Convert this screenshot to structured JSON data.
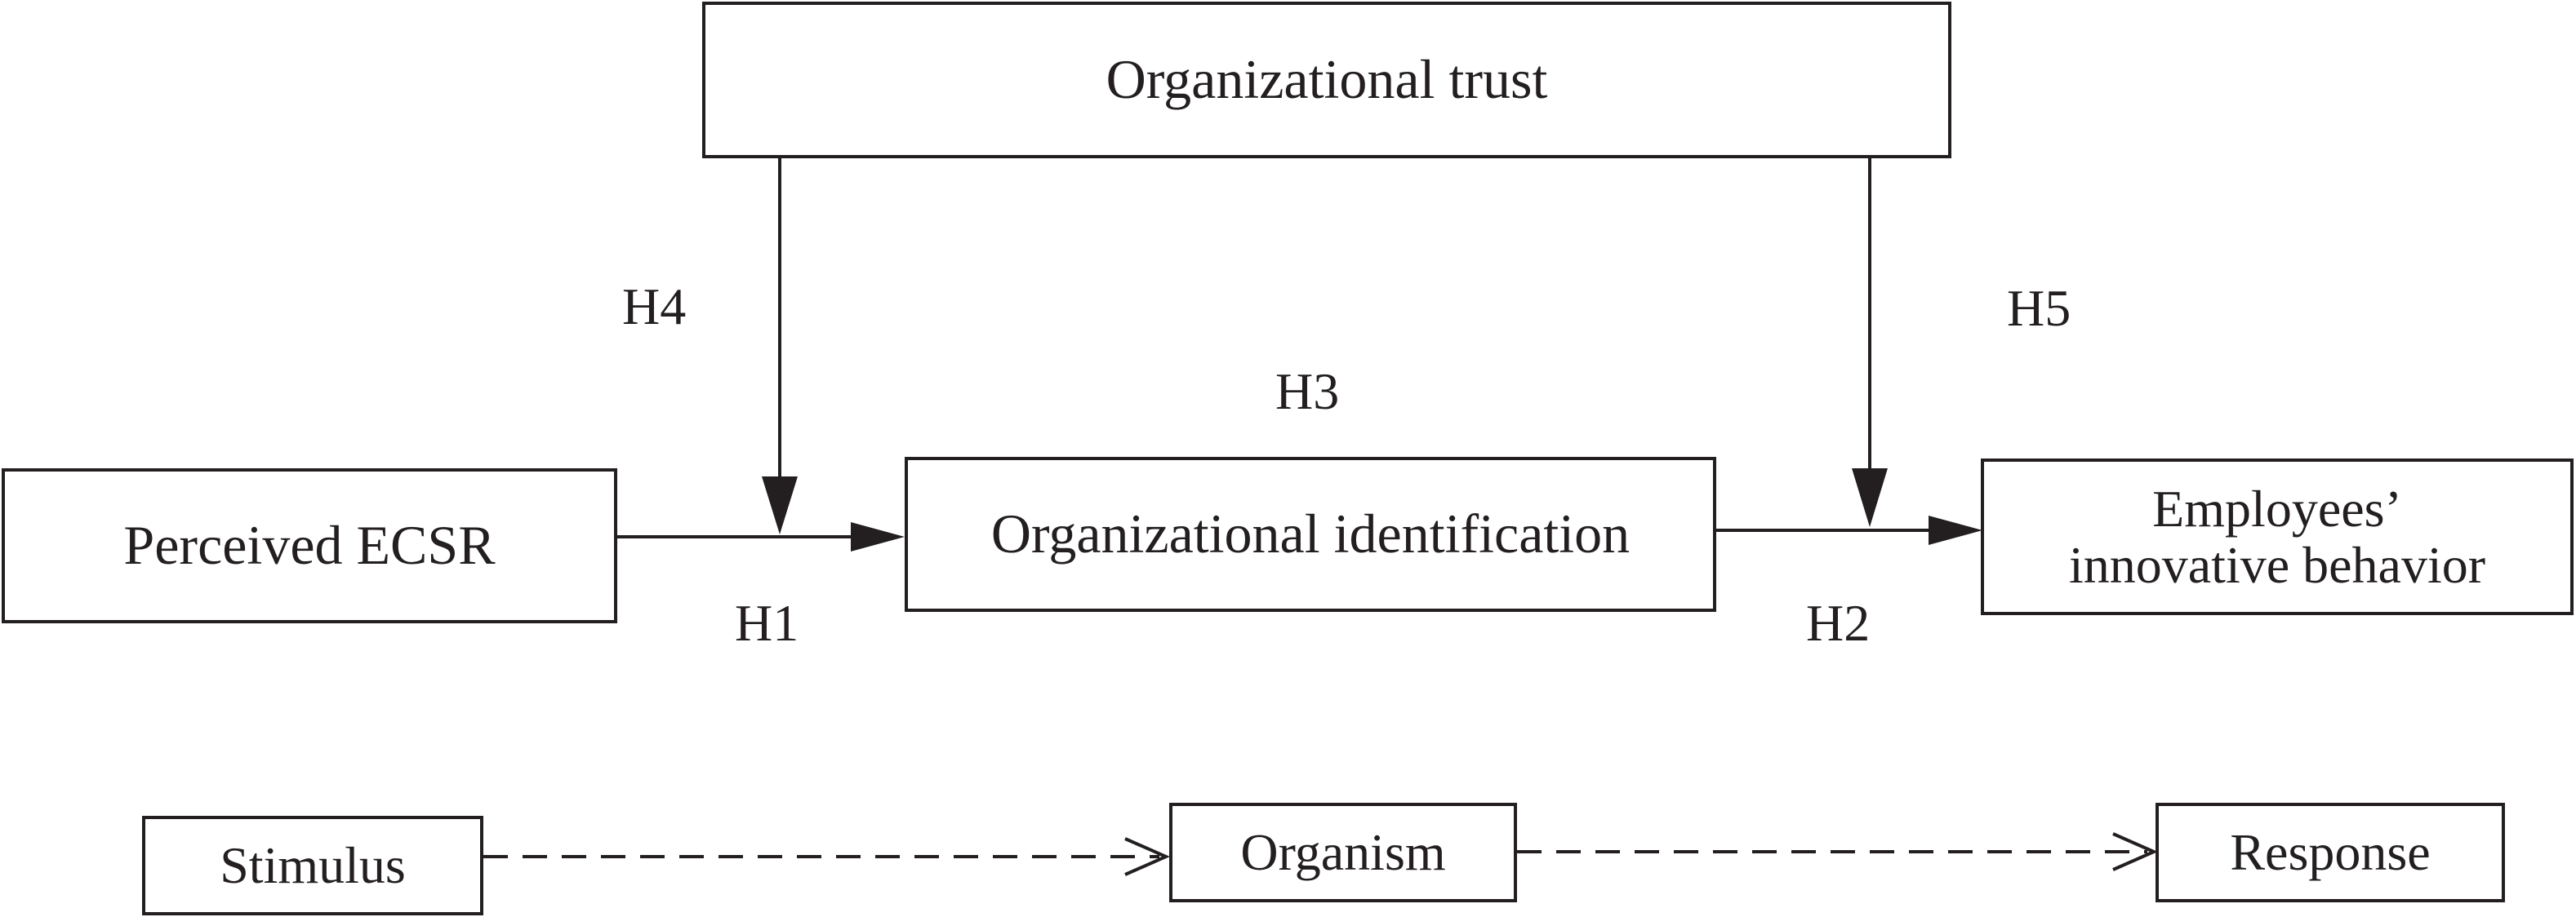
{
  "nodes": {
    "organizational_trust": "Organizational trust",
    "perceived_ecsr": "Perceived ECSR",
    "organizational_identification": "Organizational identification",
    "employees_innovative_behavior": "Employees’\ninnovative behavior",
    "stimulus": "Stimulus",
    "organism": "Organism",
    "response": "Response"
  },
  "hypotheses": {
    "h1": "H1",
    "h2": "H2",
    "h3": "H3",
    "h4": "H4",
    "h5": "H5"
  },
  "edges": [
    {
      "from": "perceived_ecsr",
      "to": "organizational_identification",
      "label": "H1",
      "style": "solid"
    },
    {
      "from": "organizational_identification",
      "to": "employees_innovative_behavior",
      "label": "H2",
      "style": "solid"
    },
    {
      "from": "organizational_trust",
      "to": "H1 path",
      "label": "H4",
      "style": "solid",
      "role": "moderation"
    },
    {
      "from": "organizational_trust",
      "to": "H2 path",
      "label": "H5",
      "style": "solid",
      "role": "moderation"
    },
    {
      "from": "stimulus",
      "to": "organism",
      "style": "dashed"
    },
    {
      "from": "organism",
      "to": "response",
      "style": "dashed"
    }
  ],
  "colors": {
    "line": "#231f20",
    "background": "#ffffff"
  }
}
